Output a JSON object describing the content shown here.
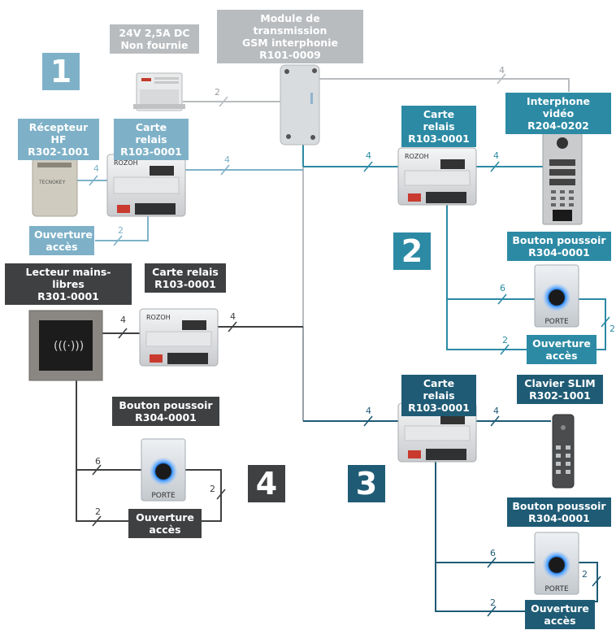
{
  "labels": {
    "psu": [
      "24V 2,5A DC",
      "Non fournie"
    ],
    "gsm_module": [
      "Module de transmission",
      "GSM interphonie",
      "R101-0009"
    ],
    "hf_receiver": [
      "Récepteur HF",
      "R302-1001"
    ],
    "relay_1": [
      "Carte relais",
      "R103-0001"
    ],
    "relay_2": [
      "Carte relais",
      "R103-0001"
    ],
    "relay_3": [
      "Carte relais",
      "R103-0001"
    ],
    "relay_4": [
      "Carte relais",
      "R103-0001"
    ],
    "video_intercom": [
      "Interphone vidéo",
      "R204-0202"
    ],
    "push_button_2": [
      "Bouton poussoir",
      "R304-0001"
    ],
    "push_button_3": [
      "Bouton poussoir",
      "R304-0001"
    ],
    "push_button_4": [
      "Bouton poussoir",
      "R304-0001"
    ],
    "hands_free_reader": [
      "Lecteur mains-libres",
      "R301-0001"
    ],
    "slim_keypad": [
      "Clavier SLIM",
      "R302-1001"
    ],
    "access_1": [
      "Ouverture",
      "accès"
    ],
    "access_2": [
      "Ouverture",
      "accès"
    ],
    "access_3": [
      "Ouverture",
      "accès"
    ],
    "access_4": [
      "Ouverture",
      "accès"
    ]
  },
  "zones": [
    "1",
    "2",
    "3",
    "4"
  ],
  "device_text": {
    "brand": "ROZOH",
    "button_word": "PORTE",
    "hf_brand": "TECNOKEY"
  },
  "wire_counts": {
    "psu_gsm": "2",
    "gsm_intercom": "4",
    "relay1_left": "4",
    "relay1_right": "4",
    "access1": "2",
    "relay2_left": "4",
    "relay2_right": "4",
    "button2": "6",
    "button2_side": "2",
    "access2": "2",
    "relay4_left": "4",
    "relay4_right": "4",
    "button4": "6",
    "button4_side": "2",
    "access4": "2",
    "relay3_left": "4",
    "relay3_right": "4",
    "button3": "6",
    "button3_side": "2",
    "access3": "2"
  },
  "colors": {
    "grey": "#b9bcbf",
    "light_blue": "#7eb1c8",
    "mid_blue": "#2c8aa4",
    "dark_grey": "#3e4042",
    "navy": "#1f5b75"
  }
}
